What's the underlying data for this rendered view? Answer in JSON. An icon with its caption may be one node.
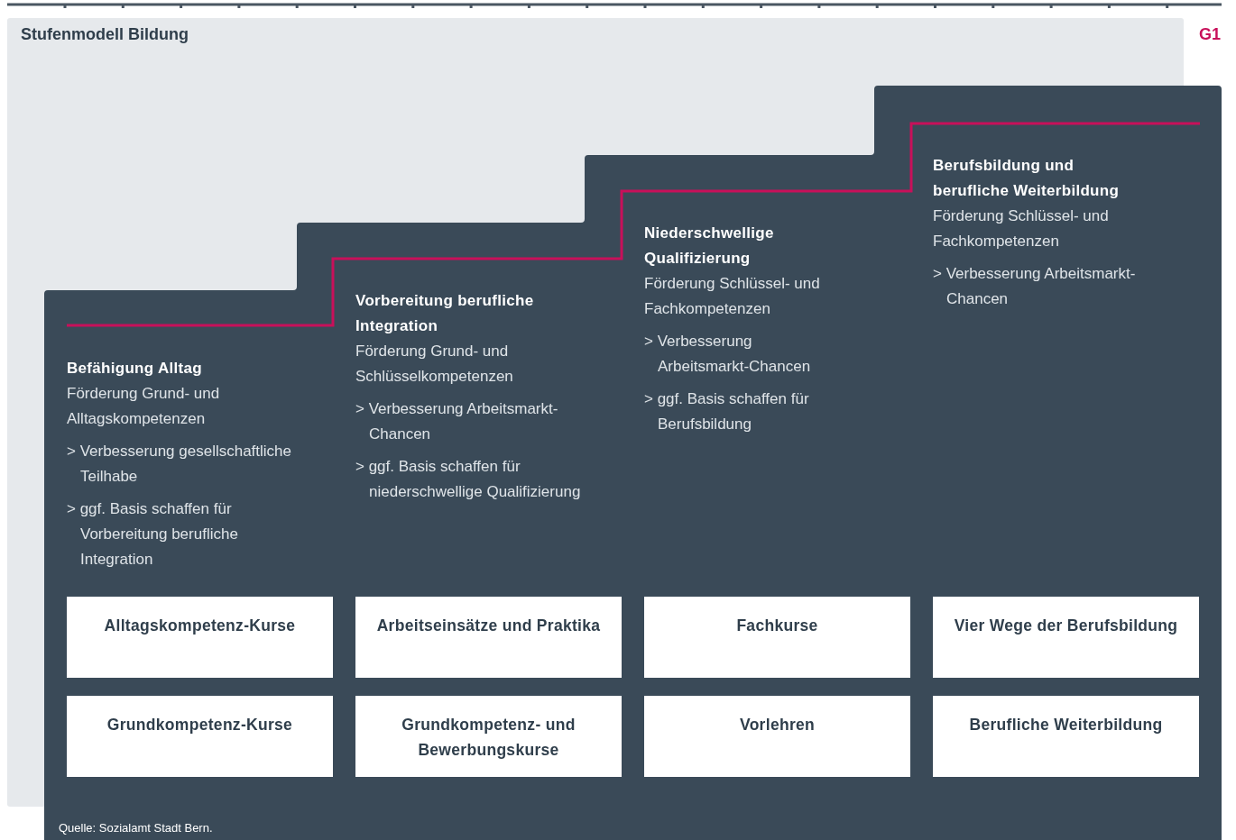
{
  "diagram": {
    "title": "Stufenmodell Bildung",
    "caption": "Quelle: Sozialamt Stadt Bern.",
    "nodes": [
      {
        "text": [
          "Alltagskompetenz-Kurse"
        ]
      },
      {
        "text": [
          "Arbeitseinsätze und Praktika"
        ]
      },
      {
        "text": [
          "Fachkurse"
        ]
      },
      {
        "text": [
          "Vier Wege der Berufsbildung"
        ]
      },
      {
        "text": [
          "Grundkompetenz-Kurse"
        ]
      },
      {
        "text": [
          "Grundkompetenz- und Bewerbungskurse"
        ]
      },
      {
        "text": [
          "Vorlehren"
        ]
      },
      {
        "text": [
          "Berufliche Weiterbildung"
        ]
      }
    ],
    "labels": [
      "G1",
      "Befähigung Alltag",
      "Förderung Grund- und Alltagskompetenzen",
      "> Verbesserung gesellschaftliche Teilhabe",
      "> ggf. Basis schaffen für Vorbereitung berufliche Integration",
      "Vorbereitung berufliche Integration",
      "Förderung Grund- und Schlüsselkompetenzen",
      "> Verbesserung Arbeitsmarkt-Chancen",
      "> ggf. Basis schaffen für niederschwellige Qualifizierung",
      "Niederschwellige Qualifizierung",
      "Förderung Schlüssel- und Fachkompetenzen",
      "> Verbesserung Arbeitsmarkt-Chancen",
      "> ggf. Basis schaffen für Berufsbildung",
      "Berufsbildung und berufliche Weiterbildung",
      "Förderung Schlüssel- und Fachkompetenzen",
      "> Verbesserung Arbeitsmarkt-Chancen"
    ]
  }
}
